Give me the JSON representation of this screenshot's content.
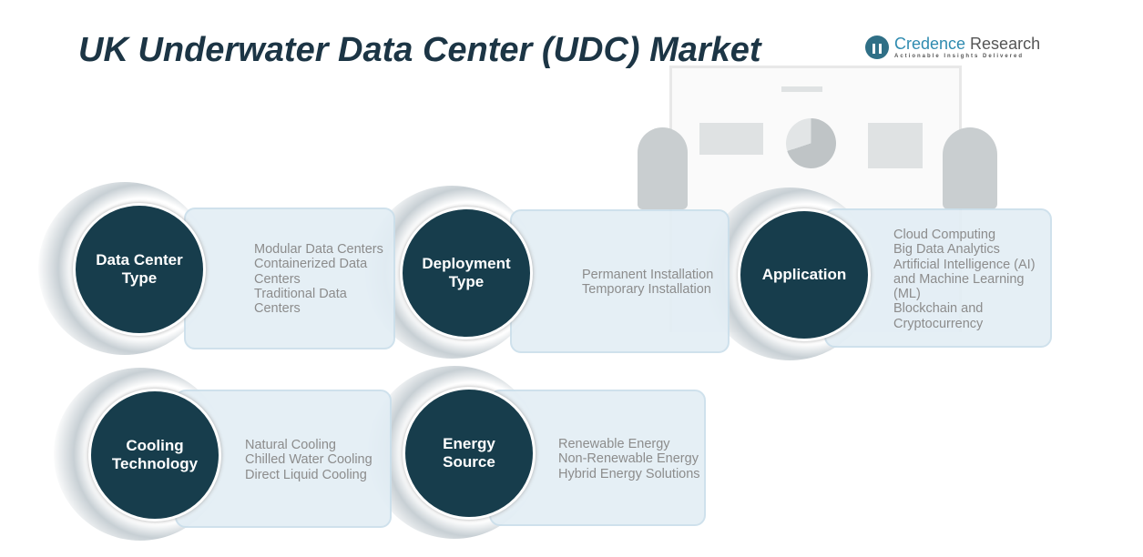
{
  "title": "UK Underwater Data Center (UDC) Market",
  "logo": {
    "name_a": "Credence",
    "name_b": " Research",
    "tagline": "Actionable Insights Delivered"
  },
  "segments": [
    {
      "label": "Data Center Type",
      "items": [
        "Modular Data Centers",
        "Containerized Data Centers",
        "Traditional Data Centers"
      ]
    },
    {
      "label": "Deployment Type",
      "items": [
        "Permanent Installation",
        "Temporary Installation"
      ]
    },
    {
      "label": "Application",
      "items": [
        "Cloud Computing",
        "Big Data Analytics",
        "Artificial Intelligence (AI) and Machine Learning (ML)",
        "Blockchain and Cryptocurrency"
      ]
    },
    {
      "label": "Cooling Technology",
      "items": [
        "Natural Cooling",
        "Chilled Water Cooling",
        "Direct Liquid Cooling"
      ]
    },
    {
      "label": "Energy Source",
      "items": [
        "Renewable Energy",
        "Non-Renewable Energy",
        "Hybrid Energy Solutions"
      ]
    }
  ]
}
